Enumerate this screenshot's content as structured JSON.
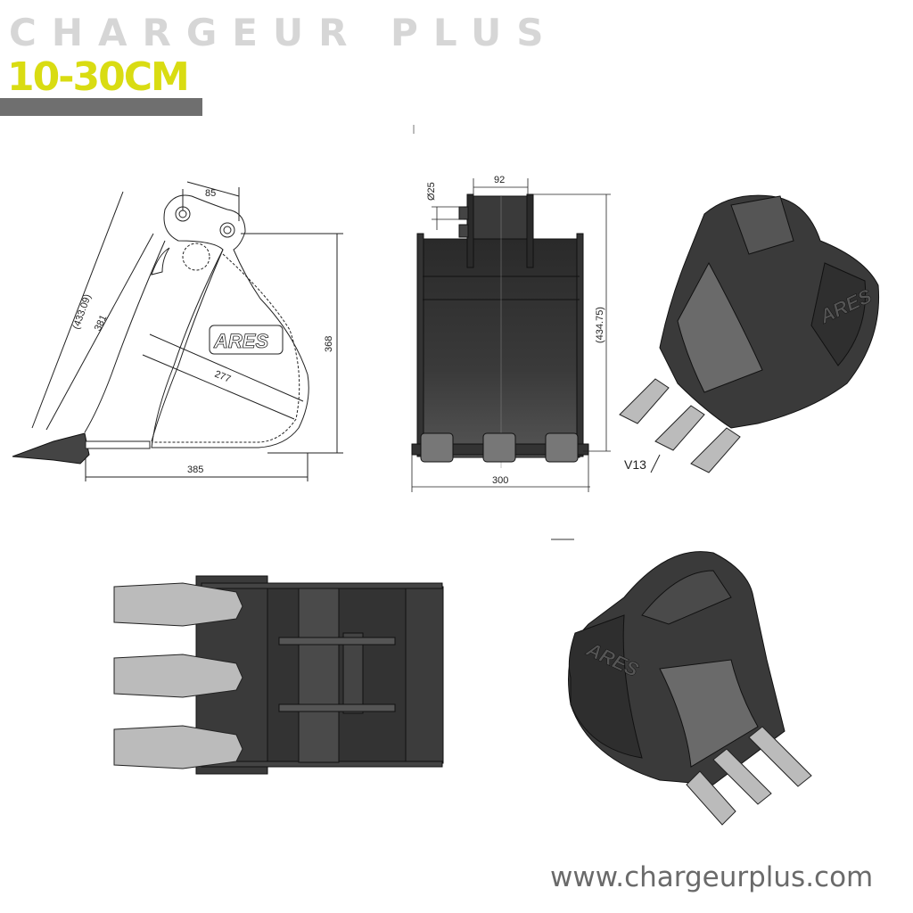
{
  "header": {
    "brand": "CHARGEUR PLUS",
    "size_range": "10-30CM",
    "brand_color": "#d6d6d6",
    "accent_color": "#d9dc12",
    "bar_color": "#6f6f6f"
  },
  "side_view": {
    "dimensions": {
      "pin_spacing": "85",
      "overall_diagonal": "(433.09)",
      "tip_to_pin": "381",
      "opening": "277",
      "height": "368",
      "length": "385"
    },
    "logo": "ARES"
  },
  "front_view": {
    "dimensions": {
      "pin_diameter": "Ø25",
      "ear_spacing": "92",
      "overall_height": "(434.75)",
      "width": "300"
    },
    "teeth_count": 3
  },
  "iso_view_top": {
    "tooth_label": "V13",
    "logo": "ARES"
  },
  "top_view": {
    "teeth_count": 3
  },
  "iso_view_bottom": {
    "logo": "ARES"
  },
  "footer": {
    "url": "www.chargeurplus.com"
  }
}
